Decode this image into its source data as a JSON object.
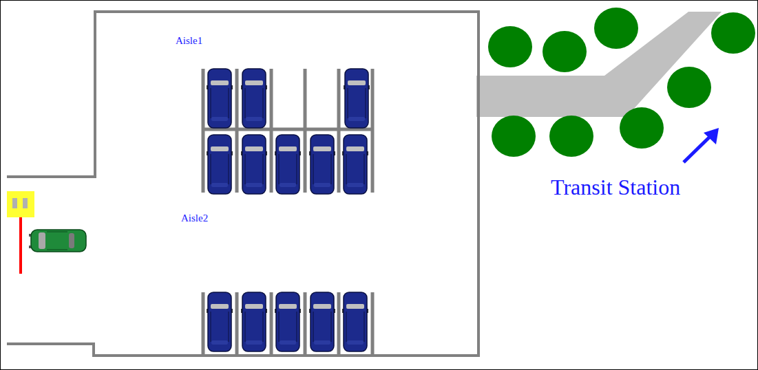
{
  "diagram": {
    "labels": [
      "Aisle1",
      "Aisle2",
      "Transit Station"
    ]
  }
}
